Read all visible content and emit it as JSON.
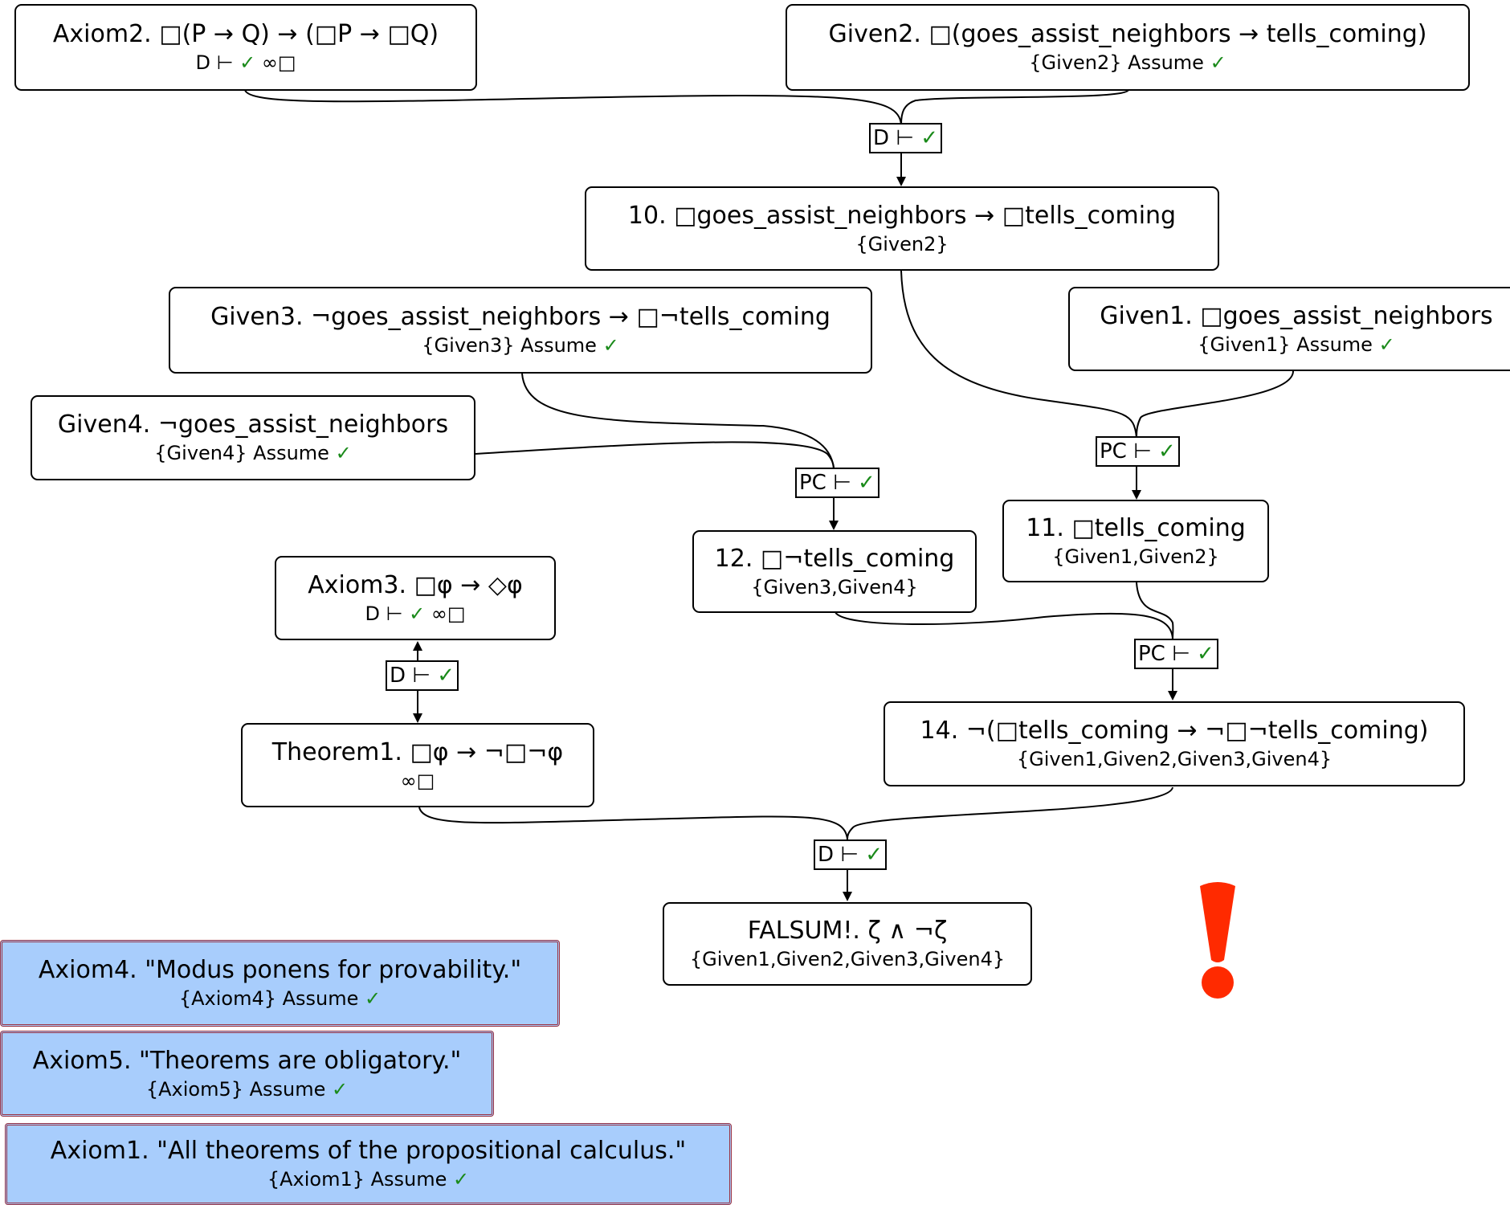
{
  "nodes": {
    "axiom2": {
      "title": "Axiom2. □(P → Q) → (□P → □Q)",
      "sub": "D ⊢",
      "check": "✓",
      "extra": "∞□"
    },
    "given2": {
      "title": "Given2. □(goes_assist_neighbors → tells_coming)",
      "sub": "{Given2} Assume",
      "check": "✓"
    },
    "n10": {
      "title": "10. □goes_assist_neighbors → □tells_coming",
      "sub": "{Given2}"
    },
    "given3": {
      "title": "Given3. ¬goes_assist_neighbors → □¬tells_coming",
      "sub": "{Given3} Assume",
      "check": "✓"
    },
    "given1": {
      "title": "Given1. □goes_assist_neighbors",
      "sub": "{Given1} Assume",
      "check": "✓"
    },
    "given4": {
      "title": "Given4. ¬goes_assist_neighbors",
      "sub": "{Given4} Assume",
      "check": "✓"
    },
    "n11": {
      "title": "11. □tells_coming",
      "sub": "{Given1,Given2}"
    },
    "n12": {
      "title": "12. □¬tells_coming",
      "sub": "{Given3,Given4}"
    },
    "axiom3": {
      "title": "Axiom3. □φ → ◇φ",
      "sub": "D ⊢",
      "check": "✓",
      "extra": "∞□"
    },
    "theorem1": {
      "title": "Theorem1. □φ → ¬□¬φ",
      "sub": "∞□"
    },
    "n14": {
      "title": "14. ¬(□tells_coming → ¬□¬tells_coming)",
      "sub": "{Given1,Given2,Given3,Given4}"
    },
    "falsum": {
      "title": "FALSUM!. ζ ∧ ¬ζ",
      "sub": "{Given1,Given2,Given3,Given4}"
    }
  },
  "rules": {
    "r10": {
      "label": "D ⊢",
      "check": "✓"
    },
    "r11": {
      "label": "PC ⊢",
      "check": "✓"
    },
    "r12": {
      "label": "PC ⊢",
      "check": "✓"
    },
    "r14": {
      "label": "PC ⊢",
      "check": "✓"
    },
    "rth1": {
      "label": "D ⊢",
      "check": "✓"
    },
    "rfal": {
      "label": "D ⊢",
      "check": "✓"
    }
  },
  "notes": {
    "axiom4": {
      "title": "Axiom4. \"Modus ponens for provability.\"",
      "sub": "{Axiom4} Assume",
      "check": "✓"
    },
    "axiom5": {
      "title": "Axiom5. \"Theorems are obligatory.\"",
      "sub": "{Axiom5} Assume",
      "check": "✓"
    },
    "axiom1": {
      "title": "Axiom1. \"All theorems of the propositional calculus.\"",
      "sub": "{Axiom1} Assume",
      "check": "✓"
    }
  },
  "alert": {
    "symbol": "!",
    "color": "#ff2a00"
  },
  "colors": {
    "check": "#1a8a1a",
    "note_fill": "#a8cdfc",
    "note_border": "#9a3040"
  }
}
